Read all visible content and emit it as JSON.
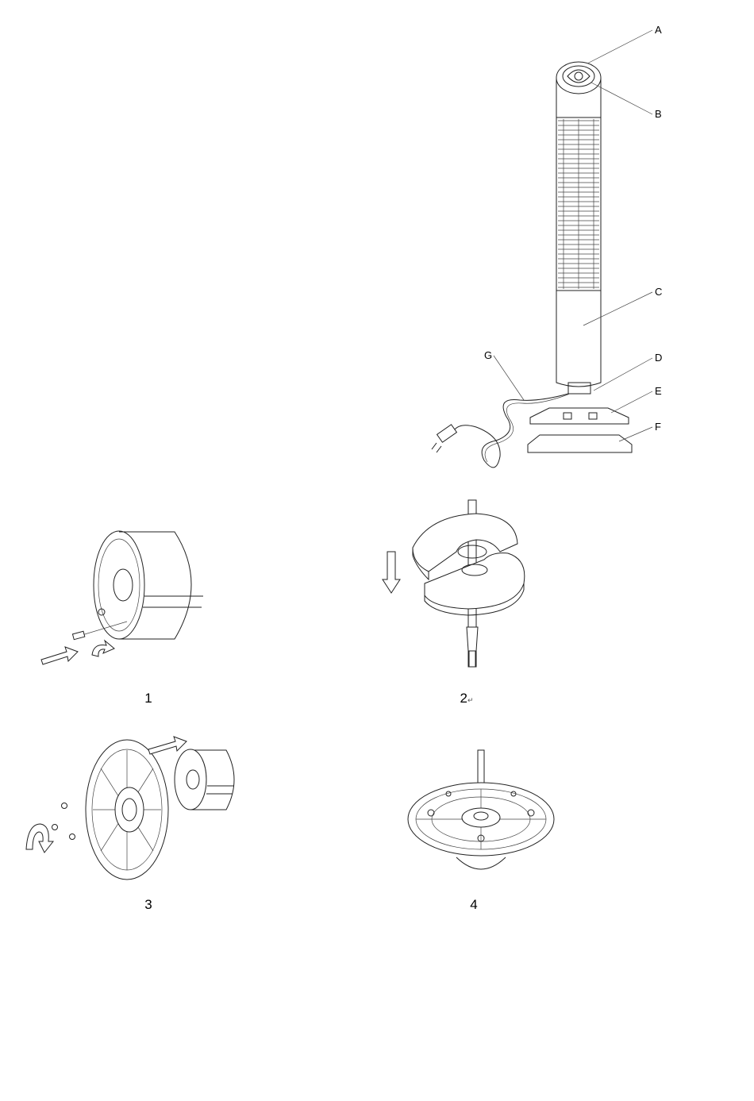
{
  "parts_diagram": {
    "labels": [
      "A",
      "B",
      "C",
      "D",
      "E",
      "F",
      "G"
    ]
  },
  "steps": [
    {
      "number": "1",
      "mark": ""
    },
    {
      "number": "2",
      "mark": "↵"
    },
    {
      "number": "3",
      "mark": ""
    },
    {
      "number": "4",
      "mark": ""
    }
  ]
}
